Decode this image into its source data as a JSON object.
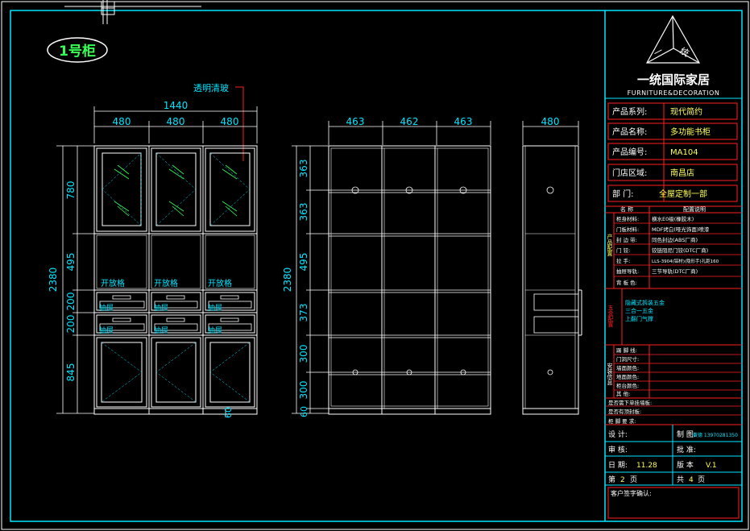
{
  "badge": {
    "label": "1号柜"
  },
  "callout": {
    "label": "透明清玻"
  },
  "front": {
    "overall_width": "1440",
    "column_widths": [
      "480",
      "480",
      "480"
    ],
    "overall_height": "2380",
    "row_heights": [
      "780",
      "495",
      "200",
      "200",
      "845"
    ],
    "plinth": "60",
    "open_shelf_label": "开放格",
    "drawer_label": "抽屉"
  },
  "interior": {
    "column_widths": [
      "463",
      "462",
      "463"
    ],
    "overall_height": "2380",
    "row_heights": [
      "363",
      "363",
      "495",
      "373",
      "300",
      "300",
      "60"
    ]
  },
  "side": {
    "width": "480"
  },
  "title_block": {
    "logo_glyph_left": "一",
    "logo_glyph_right": "统",
    "company_cn": "一统国际家居",
    "company_en": "FURNITURE&DECORATION",
    "info_rows": [
      {
        "label": "产品系列:",
        "value": "现代简约"
      },
      {
        "label": "产品名称:",
        "value": "多功能书柜"
      },
      {
        "label": "产品编号:",
        "value": "MA104"
      },
      {
        "label": "门店区域:",
        "value": "南昌店"
      },
      {
        "label": "部    门:",
        "value": "全屋定制一部"
      }
    ],
    "spec_header": {
      "name": "名    称",
      "config": "配置说明"
    },
    "spec_group": "产品配置",
    "spec_rows": [
      {
        "label": "柜身材料:",
        "value": "横水E0级(橡胶木)"
      },
      {
        "label": "门板材料:",
        "value": "MDF烤白(哑光饰面)喷漆"
      },
      {
        "label": "封 边 带:",
        "value": "同色封边(ABS厂商)"
      },
      {
        "label": "门    铰:",
        "value": "铰链阻尼门铰(DTC厂商)"
      },
      {
        "label": "拉    手:",
        "value": "LLS-3904(铝材)(隐形手)孔距160"
      },
      {
        "label": "抽屉导轨:",
        "value": "三节导轨(DTC厂商)"
      },
      {
        "label": "背 板 色:",
        "value": ""
      }
    ],
    "hardware_group": "五金配置",
    "hardware_lines": [
      "隐藏式拆装五金",
      "三合一五金",
      "上翻门气撑"
    ],
    "install_group": "安装信息",
    "install_rows": [
      "踢 脚 线:",
      "门洞尺寸:",
      "墙面颜色:",
      "地面颜色:",
      "柜台颜色:",
      "其    他:"
    ],
    "notes_rows": [
      "是否需下单挂墙板:",
      "是否有顶封板:",
      "柜 脚 要 求:"
    ],
    "designer_label": "设 计:",
    "drafter_label": "制 图:",
    "drafter_value": "黄德 13970281350",
    "checker_label": "审 核:",
    "approver_label": "批 准:",
    "date_label": "日 期:",
    "date_value": "11.28",
    "version_label": "版 本",
    "version_value": "V.1",
    "page_label_pre": "第",
    "page_value": "2",
    "page_label_post": "页",
    "total_label_pre": "共",
    "total_value": "4",
    "total_label_post": "页",
    "client_label": "客户签字确认:"
  }
}
